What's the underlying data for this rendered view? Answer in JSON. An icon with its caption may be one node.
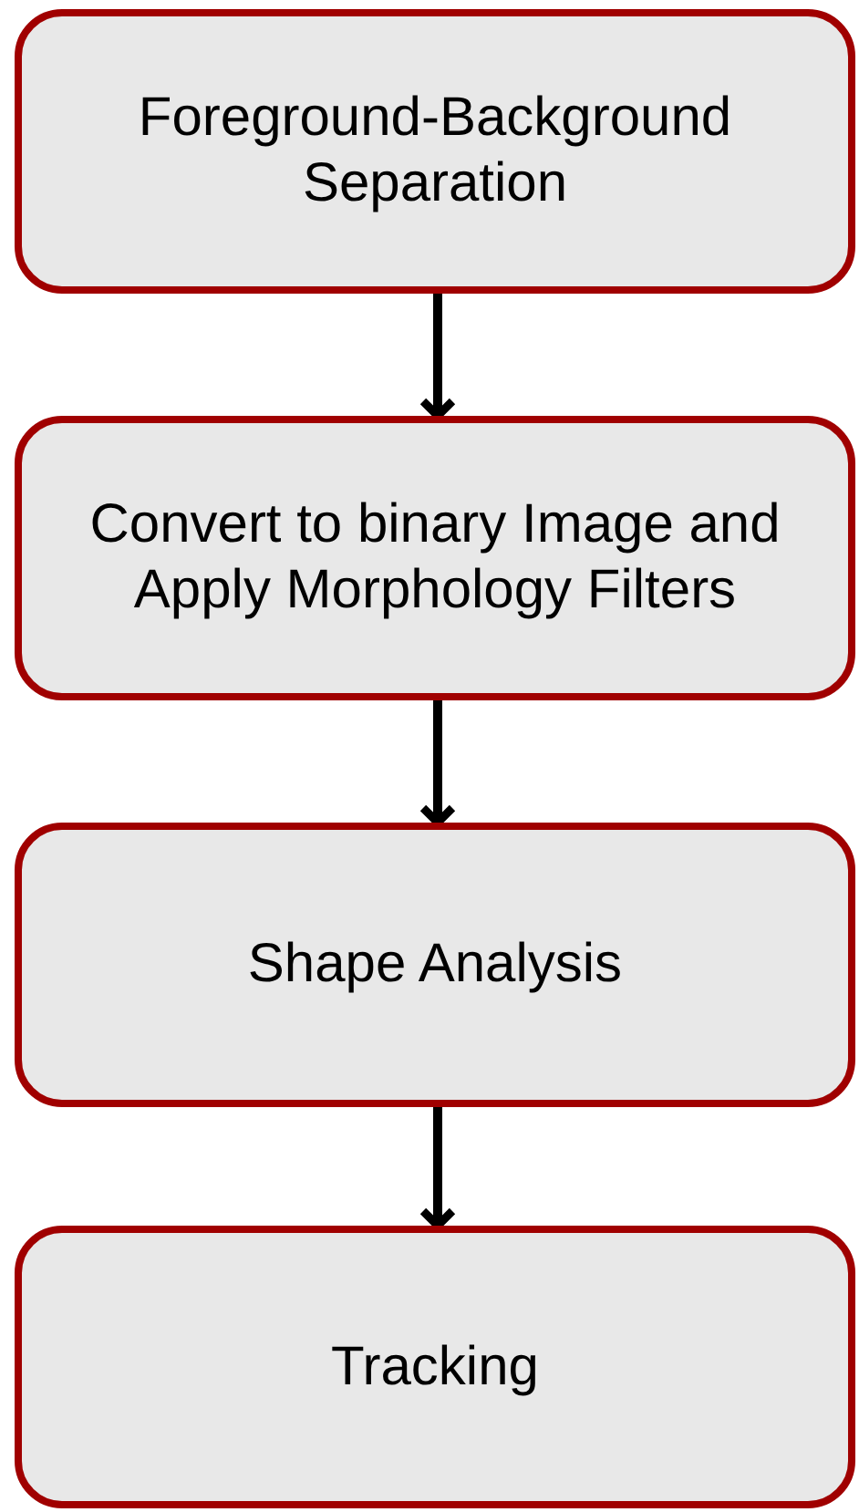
{
  "diagram": {
    "nodes": [
      {
        "text": [
          "Foreground-Background Separation"
        ]
      },
      {
        "text": [
          "Convert to binary Image and Apply Morphology Filters"
        ]
      },
      {
        "text": [
          "Shape Analysis"
        ]
      },
      {
        "text": [
          "Tracking"
        ]
      }
    ],
    "edges": [
      {
        "from": 0,
        "to": 1,
        "arrow": "to"
      },
      {
        "from": 1,
        "to": 2,
        "arrow": "to"
      },
      {
        "from": 2,
        "to": 3,
        "arrow": "to"
      }
    ]
  }
}
